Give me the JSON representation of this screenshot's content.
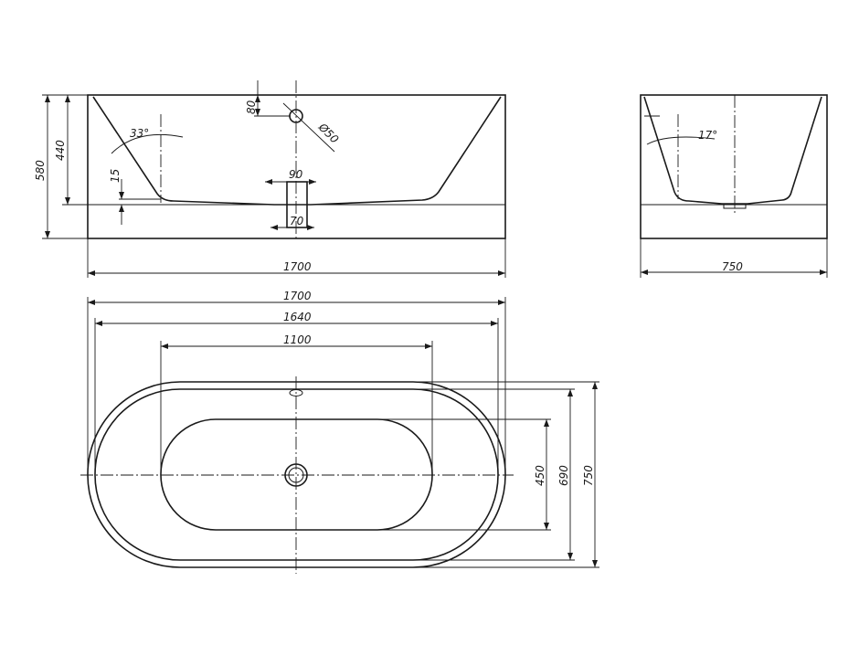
{
  "dimensions": {
    "side_length": "1700",
    "side_height_total": "580",
    "side_height_inner": "440",
    "overflow_offset": "80",
    "overflow_diameter": "Ø50",
    "side_angle": "33°",
    "drain_step": "15",
    "drain_outer": "90",
    "drain_inner": "70",
    "end_width": "750",
    "end_angle": "17°",
    "top_length": "1700",
    "top_rim_length": "1640",
    "top_bottom_length": "1100",
    "top_bottom_width": "450",
    "top_rim_width": "690",
    "top_width": "750"
  }
}
